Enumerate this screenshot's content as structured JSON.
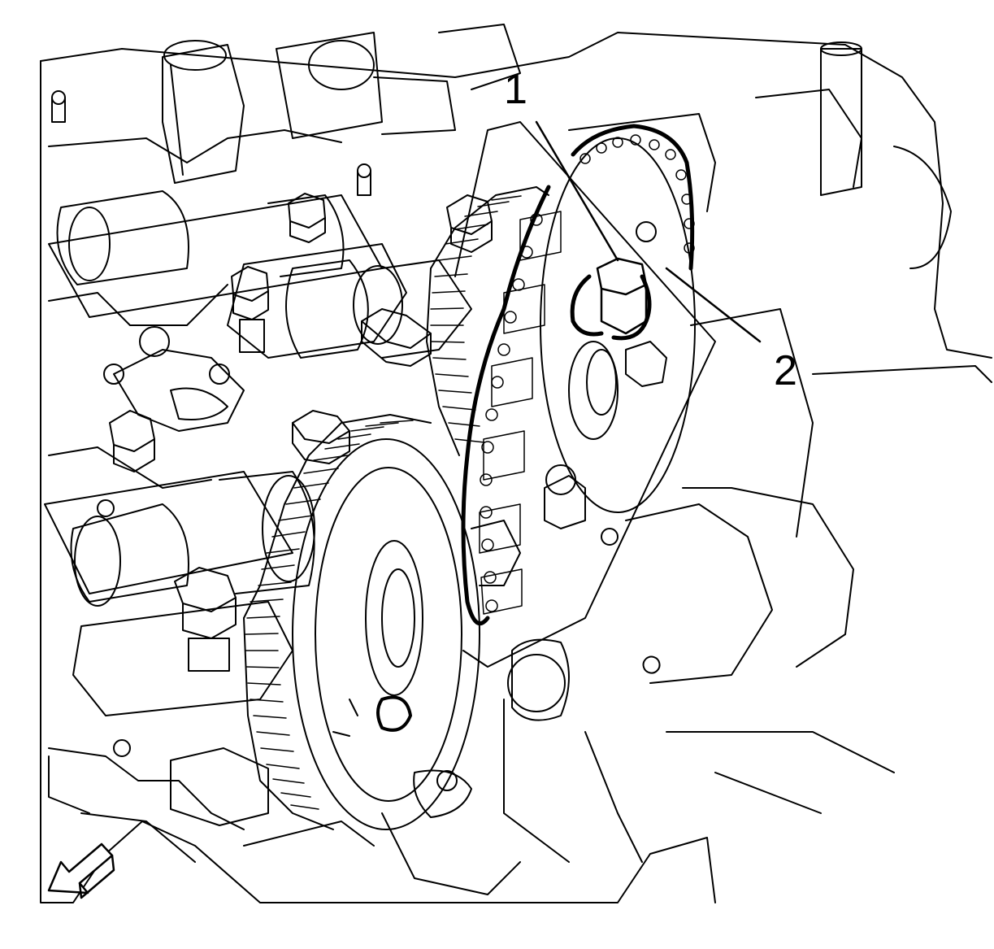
{
  "figure": {
    "callouts": [
      {
        "label": "1",
        "target": "bolt"
      },
      {
        "label": "2",
        "target": "timing chain"
      }
    ],
    "arrow": "view-direction-arrow",
    "colors": {
      "line": "#000000",
      "background": "#ffffff"
    }
  }
}
